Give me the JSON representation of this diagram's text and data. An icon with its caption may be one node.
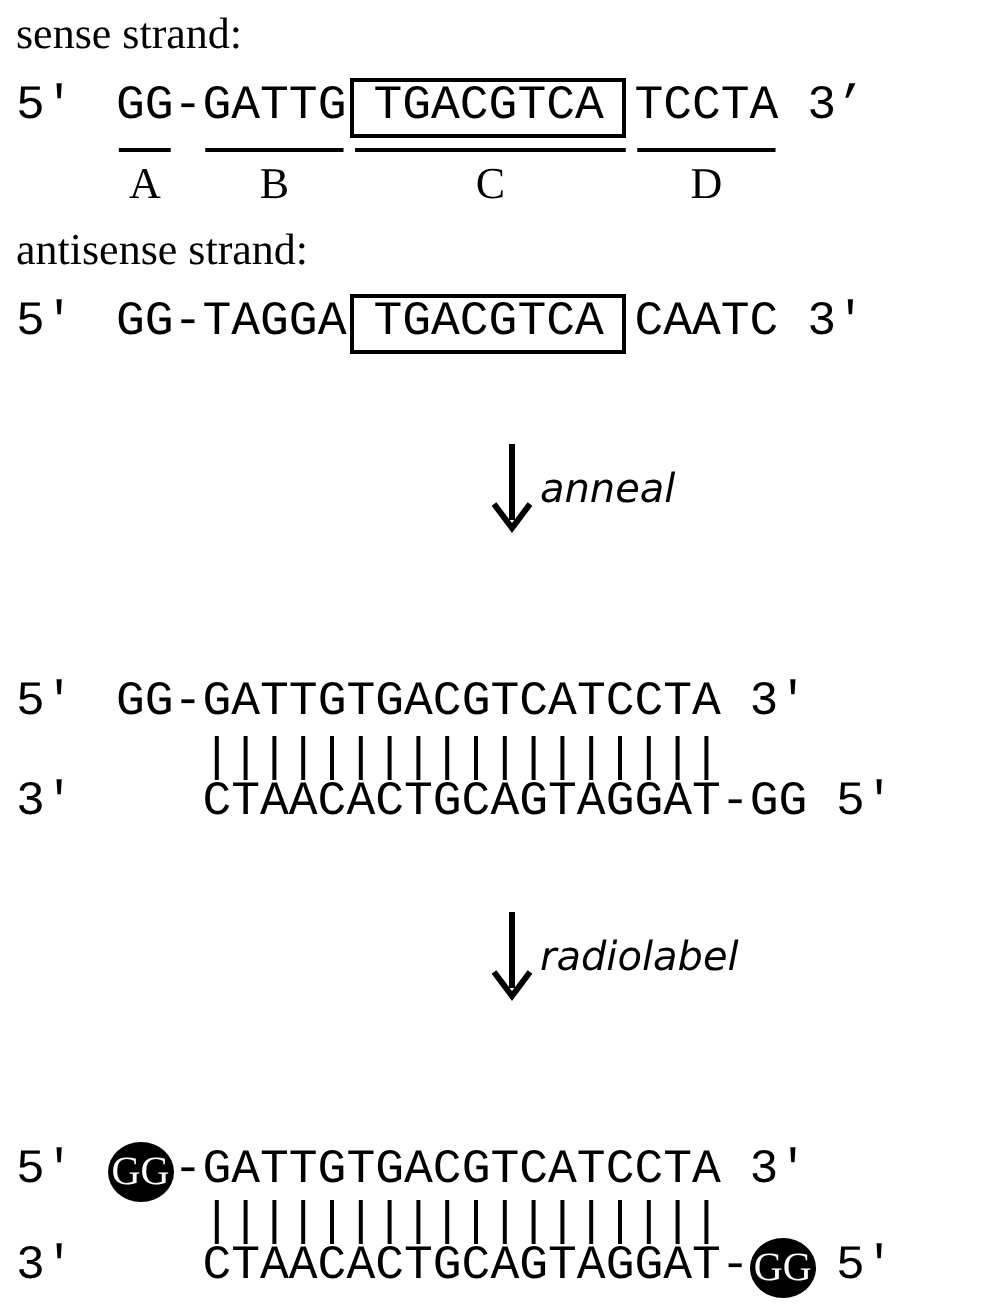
{
  "diagram": {
    "nodes": [
      {
        "text": [
          "TGACGTCA"
        ]
      },
      {
        "text": [
          "TGACGTCA"
        ]
      },
      {
        "text": [
          "GG"
        ]
      },
      {
        "text": [
          "GG"
        ]
      }
    ],
    "labels": [
      "sense strand:",
      "5′",
      "GG-GATTG",
      "TCCTA",
      "3’",
      "A",
      "B",
      "C",
      "D",
      "antisense strand:",
      "5′",
      "GG-TAGGA",
      "CAATC",
      "3′",
      "anneal",
      "5′",
      "GG-GATTGTGACGTCATCCTA",
      "3′",
      "3′",
      "CTAACACTGCAGTAGGAT-GG",
      "5′",
      "radiolabel",
      "5′",
      "-GATTGTGACGTCATCCTA",
      "3′",
      "3′",
      "CTAACACTGCAGTAGGAT-",
      "5′"
    ]
  }
}
